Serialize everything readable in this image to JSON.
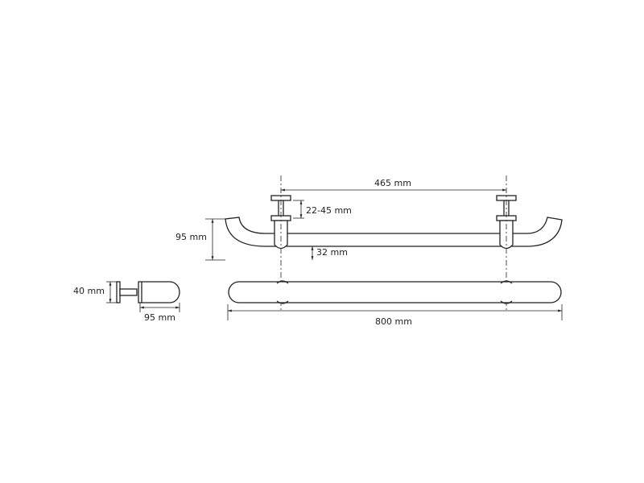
{
  "dimensions": {
    "center_distance": "465 mm",
    "adjustable_range": "22-45 mm",
    "projection": "95 mm",
    "bar_diameter": "32 mm",
    "rosette_diameter": "40 mm",
    "side_depth": "95 mm",
    "total_length": "800 mm"
  },
  "colors": {
    "line": "#222222",
    "background": "#ffffff"
  }
}
